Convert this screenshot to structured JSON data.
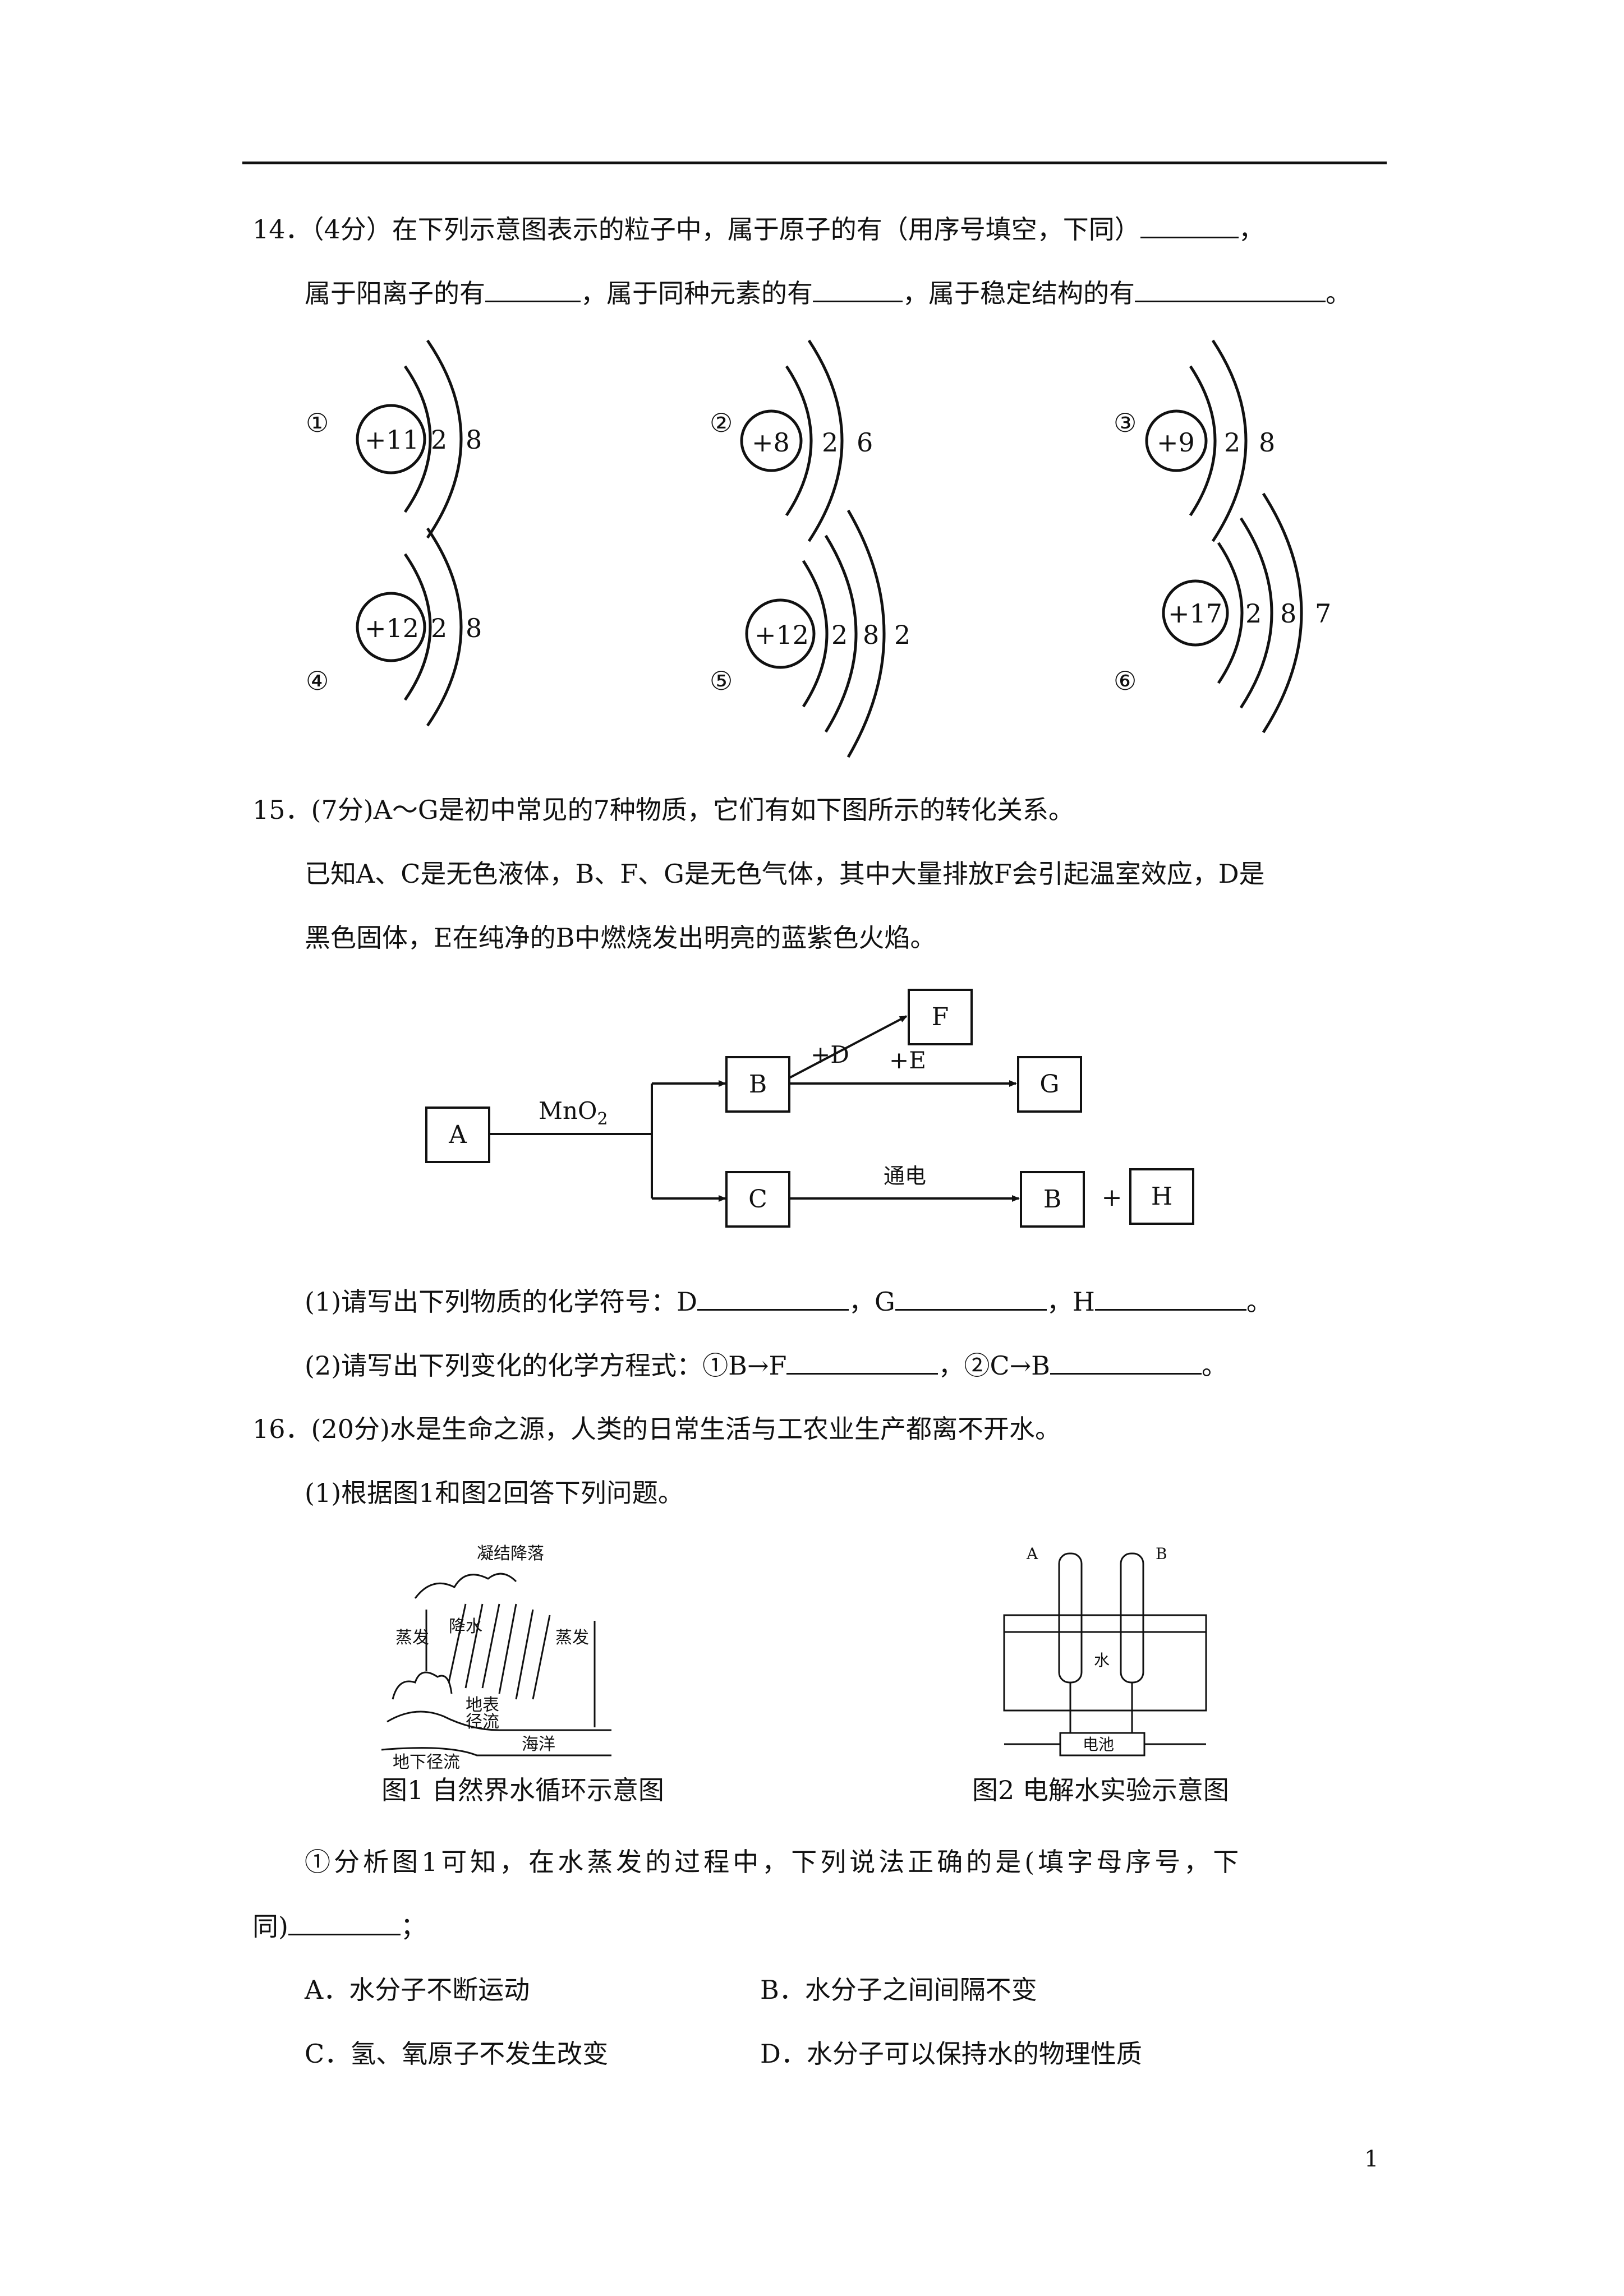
{
  "q14": {
    "line1_a": "14．（4分）在下列示意图表示的粒子中，属于原子的有（用序号填空，下同）",
    "line1_b": "，",
    "line2_a": "属于阳离子的有",
    "line2_b": "，属于同种元素的有",
    "line2_c": "，属于稳定结构的有",
    "line2_d": "。",
    "particles": [
      {
        "label": "①",
        "nucleus": "+11",
        "electrons": [
          "2",
          "8"
        ]
      },
      {
        "label": "②",
        "nucleus": "+8",
        "electrons": [
          "2",
          "6"
        ]
      },
      {
        "label": "③",
        "nucleus": "+9",
        "electrons": [
          "2",
          "8"
        ]
      },
      {
        "label": "④",
        "nucleus": "+12",
        "electrons": [
          "2",
          "8"
        ]
      },
      {
        "label": "⑤",
        "nucleus": "+12",
        "electrons": [
          "2",
          "8",
          "2"
        ]
      },
      {
        "label": "⑥",
        "nucleus": "+17",
        "electrons": [
          "2",
          "8",
          "7"
        ]
      }
    ]
  },
  "q15": {
    "line1": "15．(7分)A～G是初中常见的7种物质，它们有如下图所示的转化关系。",
    "line2": "已知A、C是无色液体，B、F、G是无色气体，其中大量排放F会引起温室效应，D是",
    "line3": "黑色固体，E在纯净的B中燃烧发出明亮的蓝紫色火焰。",
    "diagram": {
      "A": "A",
      "B": "B",
      "C": "C",
      "F": "F",
      "G": "G",
      "B2": "B",
      "H": "H",
      "mno2": "MnO",
      "mno2_sub": "2",
      "plus_d": "+D",
      "plus_e": "+E",
      "tongdian": "通电",
      "plus": "+"
    },
    "sub1_a": "(1)请写出下列物质的化学符号：D",
    "sub1_b": "，G",
    "sub1_c": "，H",
    "sub1_d": "。",
    "sub2_a": "(2)请写出下列变化的化学方程式：①B→F",
    "sub2_b": "，②C→B",
    "sub2_c": "。"
  },
  "q16": {
    "line1": "16．(20分)水是生命之源，人类的日常生活与工农业生产都离不开水。",
    "line2": "(1)根据图1和图2回答下列问题。",
    "fig1": {
      "caption": "图1 自然界水循环示意图",
      "labels": {
        "condense": "凝结降落",
        "evap1": "蒸发",
        "rain": "降水",
        "evap2": "蒸发",
        "surface": "地表",
        "runoff": "径流",
        "underground": "地下径流",
        "ocean": "海洋"
      }
    },
    "fig2": {
      "caption": "图2 电解水实验示意图",
      "labels": {
        "a": "A",
        "b": "B",
        "water": "水",
        "battery": "电池"
      }
    },
    "q1_a": "①分析图1可知，在水蒸发的过程中，下列说法正确的是(填字母序号，下",
    "q1_b": "同)",
    "q1_c": "；",
    "options": {
      "A": "A．水分子不断运动",
      "B": "B．水分子之间间隔不变",
      "C": "C．氢、氧原子不发生改变",
      "D": "D．水分子可以保持水的物理性质"
    }
  },
  "page_number": "1"
}
